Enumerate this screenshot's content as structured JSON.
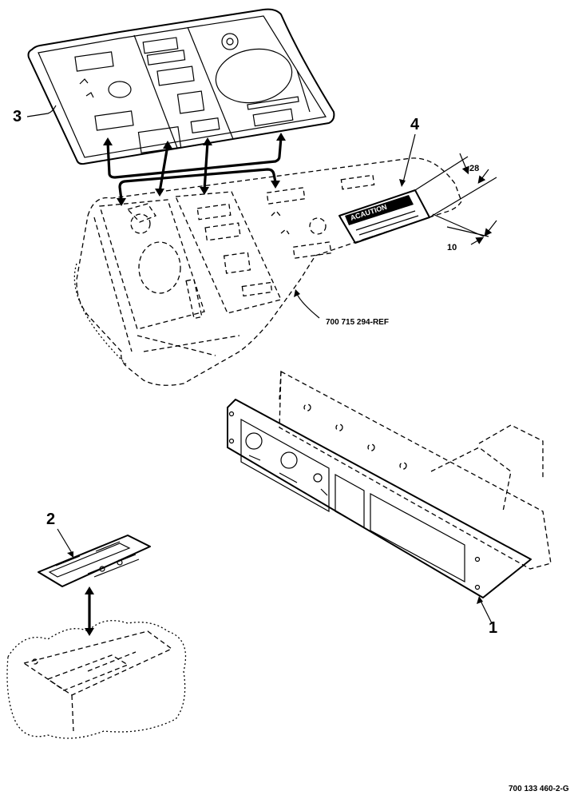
{
  "callouts": {
    "item1": "1",
    "item2": "2",
    "item3": "3",
    "item4": "4"
  },
  "reference_label": "700 715 294-REF",
  "dimensions": {
    "top": "28",
    "bottom": "10"
  },
  "decal_heading": "ACAUTION",
  "figure_number": "700 133 460-2-G"
}
